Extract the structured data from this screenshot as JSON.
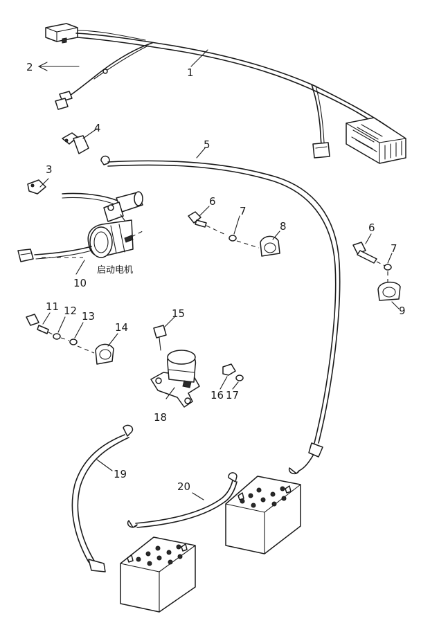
{
  "callouts": {
    "c1": "1",
    "c2": "2",
    "c3": "3",
    "c4": "4",
    "c5": "5",
    "c6a": "6",
    "c6b": "6",
    "c7a": "7",
    "c7b": "7",
    "c8": "8",
    "c9": "9",
    "c10": "10",
    "c11": "11",
    "c12": "12",
    "c13": "13",
    "c14": "14",
    "c15": "15",
    "c16": "16",
    "c17": "17",
    "c18": "18",
    "c19": "19",
    "c20": "20"
  },
  "labels": {
    "starter_motor": "启动电机"
  },
  "colors": {
    "ink": "#1a1a1a",
    "paper": "#ffffff"
  }
}
